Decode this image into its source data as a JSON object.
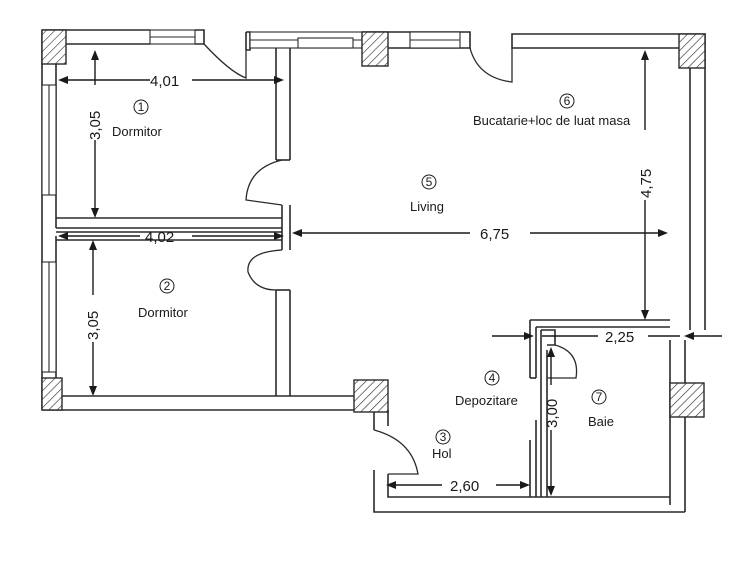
{
  "rooms": [
    {
      "number": "1",
      "name": "Dormitor"
    },
    {
      "number": "2",
      "name": "Dormitor"
    },
    {
      "number": "3",
      "name": "Hol"
    },
    {
      "number": "4",
      "name": "Depozitare"
    },
    {
      "number": "5",
      "name": "Living"
    },
    {
      "number": "6",
      "name": "Bucatarie+loc de luat masa"
    },
    {
      "number": "7",
      "name": "Baie"
    }
  ],
  "dimensions": {
    "bedroom1_width": "4,01",
    "bedroom1_height": "3,05",
    "bedroom2_width": "4,02",
    "bedroom2_height": "3,05",
    "living_width": "6,75",
    "kitchen_height": "4,75",
    "bathroom_width": "2,25",
    "storage_height": "3,00",
    "hall_width": "2,60"
  }
}
